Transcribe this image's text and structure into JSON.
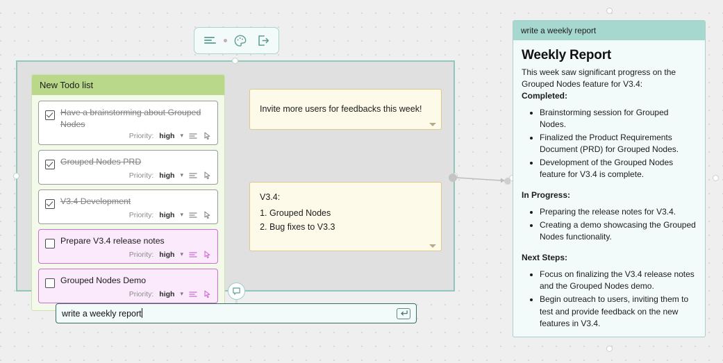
{
  "app": {
    "background": "#efefef",
    "accent_teal": "#8fc7bd",
    "accent_green": "#bad889",
    "accent_pink": "#cb6fd1",
    "accent_yellow": "#fdfaea"
  },
  "toolbar": {
    "icons": [
      {
        "name": "text-align-icon",
        "label": "Align text"
      },
      {
        "name": "dot-indicator-icon",
        "label": ""
      },
      {
        "name": "palette-icon",
        "label": "Color palette"
      },
      {
        "name": "export-icon",
        "label": "Export"
      }
    ]
  },
  "todo_node": {
    "title": "New Todo list",
    "priority_label": "Priority:",
    "items": [
      {
        "text": "Have a brainstorming about Grouped Nodes",
        "checked": true,
        "priority": "high"
      },
      {
        "text": "Grouped Nodes PRD",
        "checked": true,
        "priority": "high"
      },
      {
        "text": "V3.4 Development",
        "checked": true,
        "priority": "high"
      },
      {
        "text": "Prepare V3.4 release notes",
        "checked": false,
        "priority": "high"
      },
      {
        "text": "Grouped Nodes Demo",
        "checked": false,
        "priority": "high"
      }
    ]
  },
  "sticky_notes": [
    {
      "text": "Invite more users for feedbacks this week!"
    },
    {
      "heading": "V3.4:",
      "items": [
        "Grouped Nodes",
        "Bug fixes to V3.3"
      ]
    }
  ],
  "report": {
    "header": "write a weekly report",
    "title": "Weekly Report",
    "intro": "This week saw significant progress on the Grouped Nodes feature for V3.4:",
    "sections": [
      {
        "heading": "Completed:",
        "items": [
          "Brainstorming session for Grouped Nodes.",
          "Finalized the Product Requirements Document (PRD) for Grouped Nodes.",
          "Development of the Grouped Nodes feature for V3.4 is complete."
        ]
      },
      {
        "heading": "In Progress:",
        "items": [
          "Preparing the release notes for V3.4.",
          "Creating a demo showcasing the Grouped Nodes functionality."
        ]
      },
      {
        "heading": "Next Steps:",
        "items": [
          "Focus on finalizing the V3.4 release notes and the Grouped Nodes demo.",
          "Begin outreach to users, inviting them to test and provide feedback on the new features in V3.4."
        ]
      }
    ]
  },
  "input_bar": {
    "value": "write a weekly report",
    "placeholder": "write a weekly report",
    "submit_icon": "enter-key-icon"
  },
  "chat_node": {
    "icon": "chat-bubble-icon"
  }
}
